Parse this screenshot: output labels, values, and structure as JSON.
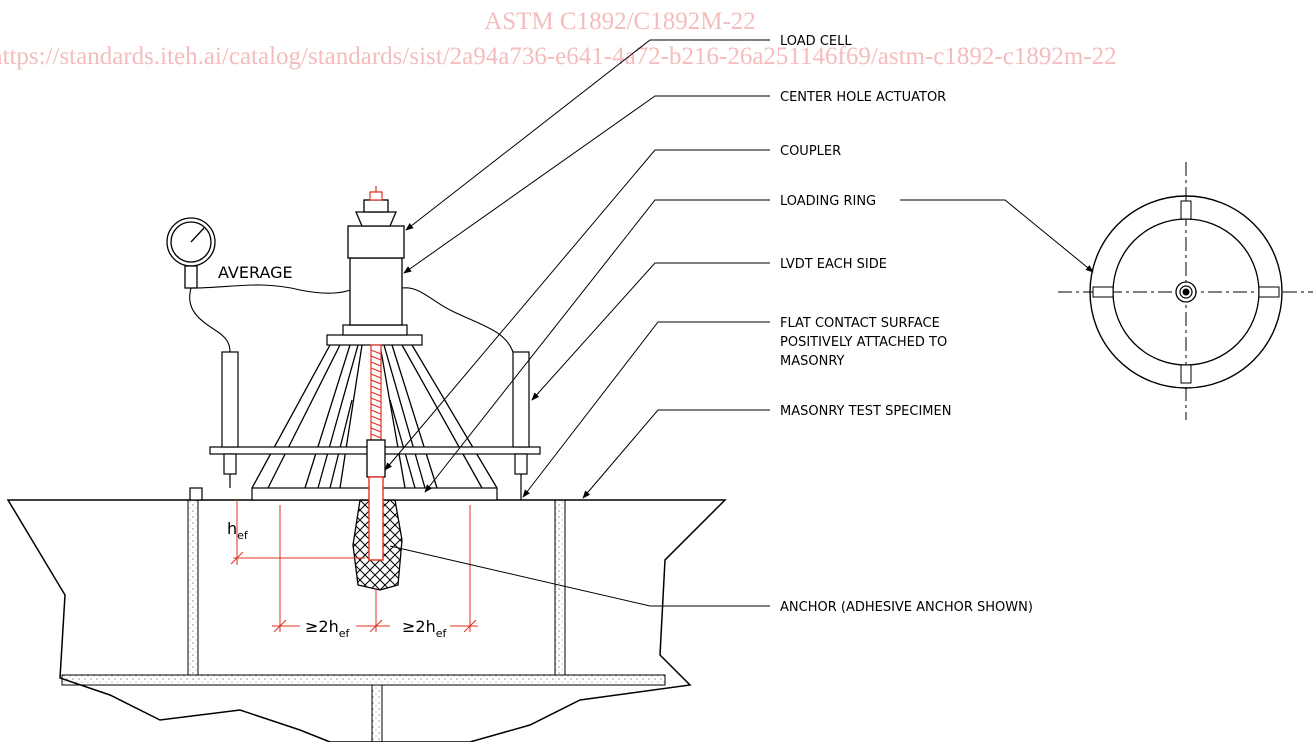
{
  "watermark": {
    "title": "ASTM C1892/C1892M-22",
    "url": "https://standards.iteh.ai/catalog/standards/sist/2a94a736-e641-4a72-b216-26a251146f69/astm-c1892-c1892m-22"
  },
  "labels": {
    "load_cell": "LOAD CELL",
    "center_hole_actuator": "CENTER HOLE ACTUATOR",
    "coupler": "COUPLER",
    "loading_ring": "LOADING RING",
    "lvdt": "LVDT EACH SIDE",
    "flat_contact_1": "FLAT CONTACT SURFACE",
    "flat_contact_2": "POSITIVELY ATTACHED TO",
    "flat_contact_3": "MASONRY",
    "masonry_specimen": "MASONRY TEST SPECIMEN",
    "anchor": "ANCHOR (ADHESIVE ANCHOR SHOWN)",
    "average": "AVERAGE"
  },
  "dimensions": {
    "embed": "h",
    "embed_sub": "ef",
    "spacing_left": "≥2h",
    "spacing_left_sub": "ef",
    "spacing_right": "≥2h",
    "spacing_right_sub": "ef"
  },
  "colors": {
    "anchor_red": "#e03020",
    "watermark": "#f5bcbc",
    "line": "#000000"
  }
}
